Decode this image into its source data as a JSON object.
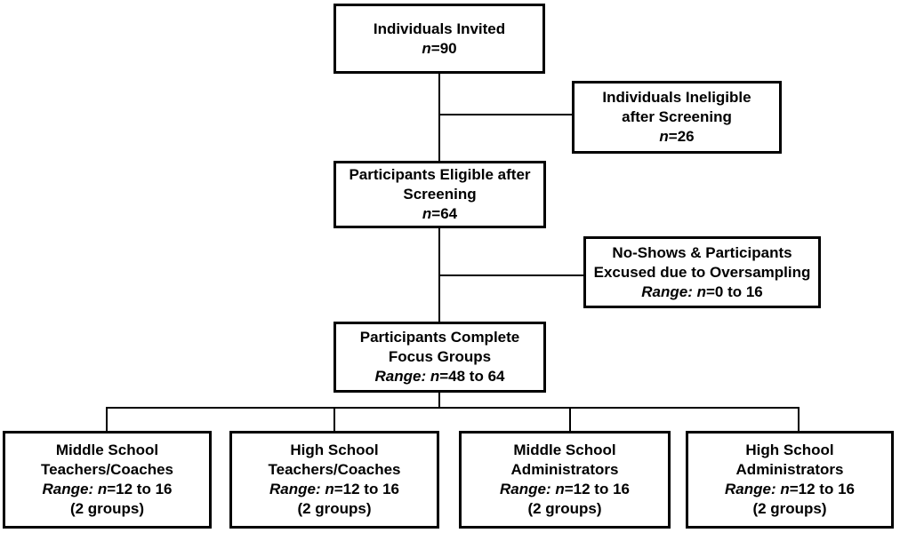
{
  "diagram": {
    "description": "Focus group participant flow diagram",
    "colors": {
      "border": "#000000",
      "line": "#000000",
      "text": "#000000",
      "background": "#ffffff"
    }
  },
  "boxes": {
    "invited": {
      "lines": [
        {
          "plain": "Individuals Invited"
        },
        {
          "italic": "n",
          "plain": "=90"
        }
      ]
    },
    "ineligible": {
      "lines": [
        {
          "plain": "Individuals Ineligible"
        },
        {
          "plain": "after Screening"
        },
        {
          "italic": "n",
          "plain": "=26"
        }
      ]
    },
    "eligible": {
      "lines": [
        {
          "plain": "Participants Eligible after"
        },
        {
          "plain": "Screening"
        },
        {
          "italic": "n",
          "plain": "=64"
        }
      ]
    },
    "noshows": {
      "lines": [
        {
          "plain": "No-Shows & Participants"
        },
        {
          "plain": "Excused due to Oversampling"
        },
        {
          "italic": "Range: n",
          "plain": "=0 to 16"
        }
      ]
    },
    "complete": {
      "lines": [
        {
          "plain": "Participants Complete"
        },
        {
          "plain": "Focus Groups"
        },
        {
          "italic": "Range: n",
          "plain": "=48 to 64"
        }
      ]
    },
    "ms_teachers": {
      "lines": [
        {
          "plain": "Middle School"
        },
        {
          "plain": "Teachers/Coaches"
        },
        {
          "italic": "Range: n",
          "plain": "=12 to 16"
        },
        {
          "plain": "(2 groups)"
        }
      ]
    },
    "hs_teachers": {
      "lines": [
        {
          "plain": "High School"
        },
        {
          "plain": "Teachers/Coaches"
        },
        {
          "italic": "Range: n",
          "plain": "=12 to 16"
        },
        {
          "plain": "(2 groups)"
        }
      ]
    },
    "ms_admin": {
      "lines": [
        {
          "plain": "Middle School"
        },
        {
          "plain": "Administrators"
        },
        {
          "italic": "Range: n",
          "plain": "=12 to 16"
        },
        {
          "plain": "(2 groups)"
        }
      ]
    },
    "hs_admin": {
      "lines": [
        {
          "plain": "High School"
        },
        {
          "plain": "Administrators"
        },
        {
          "italic": "Range: n",
          "plain": "=12 to 16"
        },
        {
          "plain": "(2 groups)"
        }
      ]
    }
  }
}
